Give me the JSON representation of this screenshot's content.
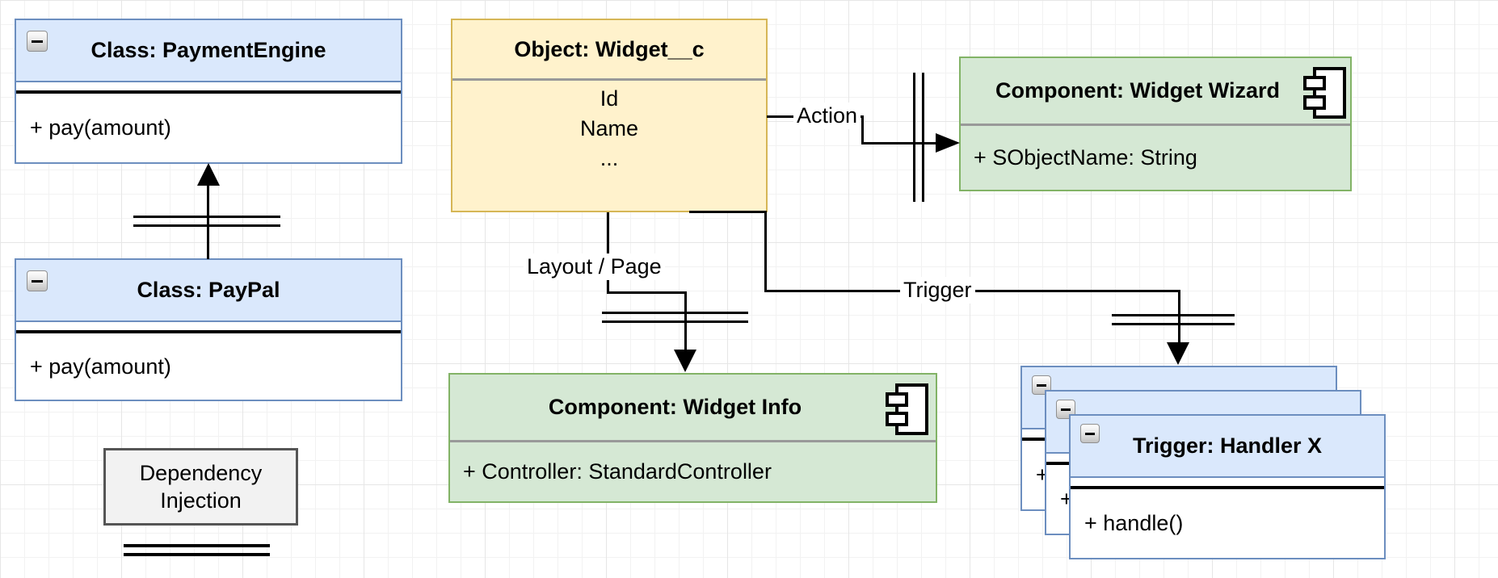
{
  "classes": [
    {
      "title": "Class: PaymentEngine",
      "method": "+ pay(amount)"
    },
    {
      "title": "Class: PayPal",
      "method": "+ pay(amount)"
    }
  ],
  "object": {
    "title": "Object: Widget__c",
    "fields": [
      "Id",
      "Name",
      "..."
    ]
  },
  "components": [
    {
      "title": "Component: Widget Wizard",
      "attribute": "+ SObjectName: String"
    },
    {
      "title": "Component: Widget Info",
      "attribute": "+ Controller: StandardController"
    }
  ],
  "trigger_stack": {
    "title": "Trigger: Handler X",
    "method": "+ handle()",
    "copies_visible": 3
  },
  "edge_labels": {
    "action": "Action",
    "layout_page": "Layout / Page",
    "trigger": "Trigger"
  },
  "legend": {
    "line1": "Dependency",
    "line2": "Injection"
  },
  "colors": {
    "blue_fill": "#dae8fc",
    "blue_stroke": "#6c8ebf",
    "yellow_fill": "#fff2cc",
    "yellow_stroke": "#d6b656",
    "green_fill": "#d5e8d4",
    "green_stroke": "#82b366",
    "legend_fill": "#f2f2f2",
    "legend_stroke": "#555555",
    "divider_gray": "#999999",
    "edge_black": "#000000"
  }
}
